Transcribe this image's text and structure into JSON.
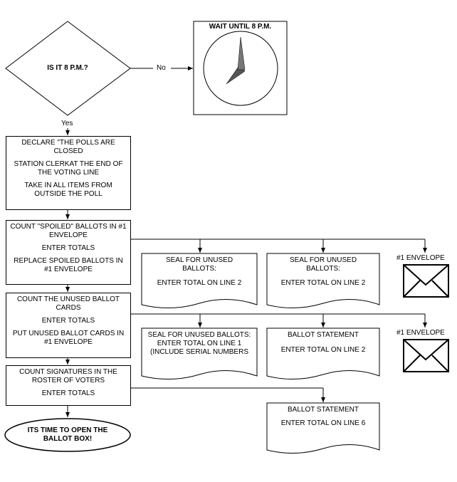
{
  "decision": {
    "question": "IS IT 8 P.M.?",
    "no_label": "No",
    "yes_label": "Yes"
  },
  "wait": {
    "title": "WAIT UNTIL 8 P.M."
  },
  "step1": {
    "line1": "DECLARE \"THE POLLS ARE CLOSED",
    "line2": "STATION CLERKAT THE END OF THE VOTING LINE",
    "line3": "TAKE IN ALL ITEMS FROM OUTSIDE THE POLL"
  },
  "step2": {
    "line1": "COUNT \"SPOILED\" BALLOTS IN #1 ENVELOPE",
    "line2": "ENTER TOTALS",
    "line3": "REPLACE SPOILED BALLOTS IN #1 ENVELOPE"
  },
  "step3": {
    "line1": "COUNT THE UNUSED BALLOT CARDS",
    "line2": "ENTER TOTALS",
    "line3": "PUT UNUSED BALLOT CARDS IN #1 ENVELOPE"
  },
  "step4": {
    "line1": "COUNT SIGNATURES IN THE ROSTER OF VOTERS",
    "line2": "ENTER TOTALS"
  },
  "terminal": {
    "text": "ITS TIME TO OPEN THE BALLOT BOX!"
  },
  "docs": {
    "doc1": {
      "line1": "SEAL FOR UNUSED BALLOTS:",
      "line2": "ENTER TOTAL ON LINE 2"
    },
    "doc2": {
      "line1": "SEAL FOR UNUSED BALLOTS:",
      "line2": "ENTER TOTAL ON LINE 2"
    },
    "doc3": {
      "line1": "SEAL FOR UNUSED BALLOTS: ENTER TOTAL ON LINE 1 (INCLUDE SERIAL NUMBERS"
    },
    "doc4": {
      "line1": "BALLOT STATEMENT",
      "line2": "ENTER TOTAL ON LINE 2"
    },
    "doc5": {
      "line1": "BALLOT STATEMENT",
      "line2": "ENTER TOTAL ON LINE 6"
    }
  },
  "envelopes": {
    "env1": "#1 ENVELOPE",
    "env2": "#1 ENVELOPE"
  }
}
